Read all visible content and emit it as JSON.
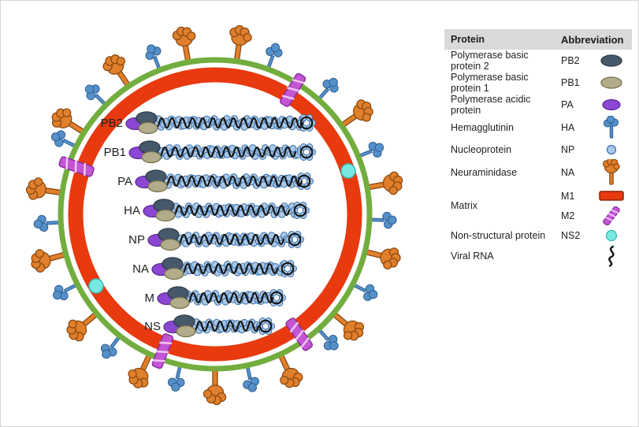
{
  "diagram": {
    "segments": [
      "PB2",
      "PB1",
      "PA",
      "HA",
      "NP",
      "NA",
      "M",
      "NS"
    ],
    "colors": {
      "envelope": "#72ad3e",
      "matrix": "#e8390f",
      "m1_stroke": "#8c2208",
      "m2_fill": "#c455d4",
      "m2_stripe": "#eec2f4",
      "m2_stroke": "#8a2fa0",
      "na_fill": "#e0802c",
      "na_stroke": "#8c4a12",
      "ha_fill": "#5590c8",
      "ha_stroke": "#2d5f96",
      "np_fill": "#a8c8e8",
      "np_stroke": "#3a6fa8",
      "pb2_fill": "#47586a",
      "pb2_stroke": "#2b3a48",
      "pb1_fill": "#b2ac8b",
      "pb1_stroke": "#77714f",
      "pa_fill": "#8b46d4",
      "pa_stroke": "#5f2f96",
      "ns2_fill": "#78e9e2",
      "ns2_stroke": "#35bdb5",
      "rna": "#161616",
      "label": "#1f1f1f",
      "legend_header_bg": "#d9d9d9"
    }
  },
  "legend": {
    "header_protein": "Protein",
    "header_abbreviation": "Abbreviation",
    "pb2": {
      "protein": "Polymerase basic protein 2",
      "abbr": "PB2"
    },
    "pb1": {
      "protein": "Polymerase basic protein 1",
      "abbr": "PB1"
    },
    "pa": {
      "protein": "Polymerase acidic protein",
      "abbr": "PA"
    },
    "ha": {
      "protein": "Hemagglutinin",
      "abbr": "HA"
    },
    "np": {
      "protein": "Nucleoprotein",
      "abbr": "NP"
    },
    "na": {
      "protein": "Neuraminidase",
      "abbr": "NA"
    },
    "matrix": {
      "protein": "Matrix",
      "abbr_m1": "M1",
      "abbr_m2": "M2"
    },
    "ns2": {
      "protein": "Non-structural protein",
      "abbr": "NS2"
    },
    "rna": {
      "protein": "Viral RNA",
      "abbr": ""
    }
  }
}
